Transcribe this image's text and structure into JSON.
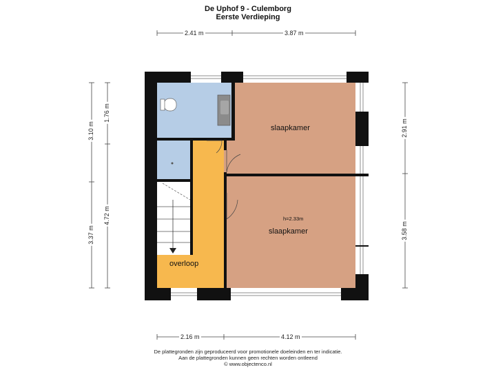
{
  "header": {
    "title": "De Uphof 9 - Culemborg",
    "subtitle": "Eerste Verdieping"
  },
  "dimensions": {
    "top_left": "2.41 m",
    "top_right": "3.87 m",
    "bottom_left": "2.16 m",
    "bottom_right": "4.12 m",
    "left_outer_top": "3.10 m",
    "left_outer_bottom": "3.37 m",
    "left_inner_top": "1.76 m",
    "left_inner_bottom": "4.72 m",
    "right_top": "2.91 m",
    "right_bottom": "3.58 m"
  },
  "rooms": {
    "bedroom_top": "slaapkamer",
    "bedroom_bottom": "slaapkamer",
    "bedroom_bottom_height": "h=2.33m",
    "landing": "overloop"
  },
  "footer": {
    "line1": "De plattegronden zijn geproduceerd voor promotionele doeleinden en ter indicatie.",
    "line2": "Aan de plattegronden kunnen geen rechten worden ontleend",
    "line3": "© www.objectenco.nl"
  },
  "colors": {
    "wall": "#111111",
    "bedroom": "#d6a183",
    "bathroom": "#b6cde6",
    "landing": "#f7b84e",
    "window": "#8f8f8f"
  }
}
